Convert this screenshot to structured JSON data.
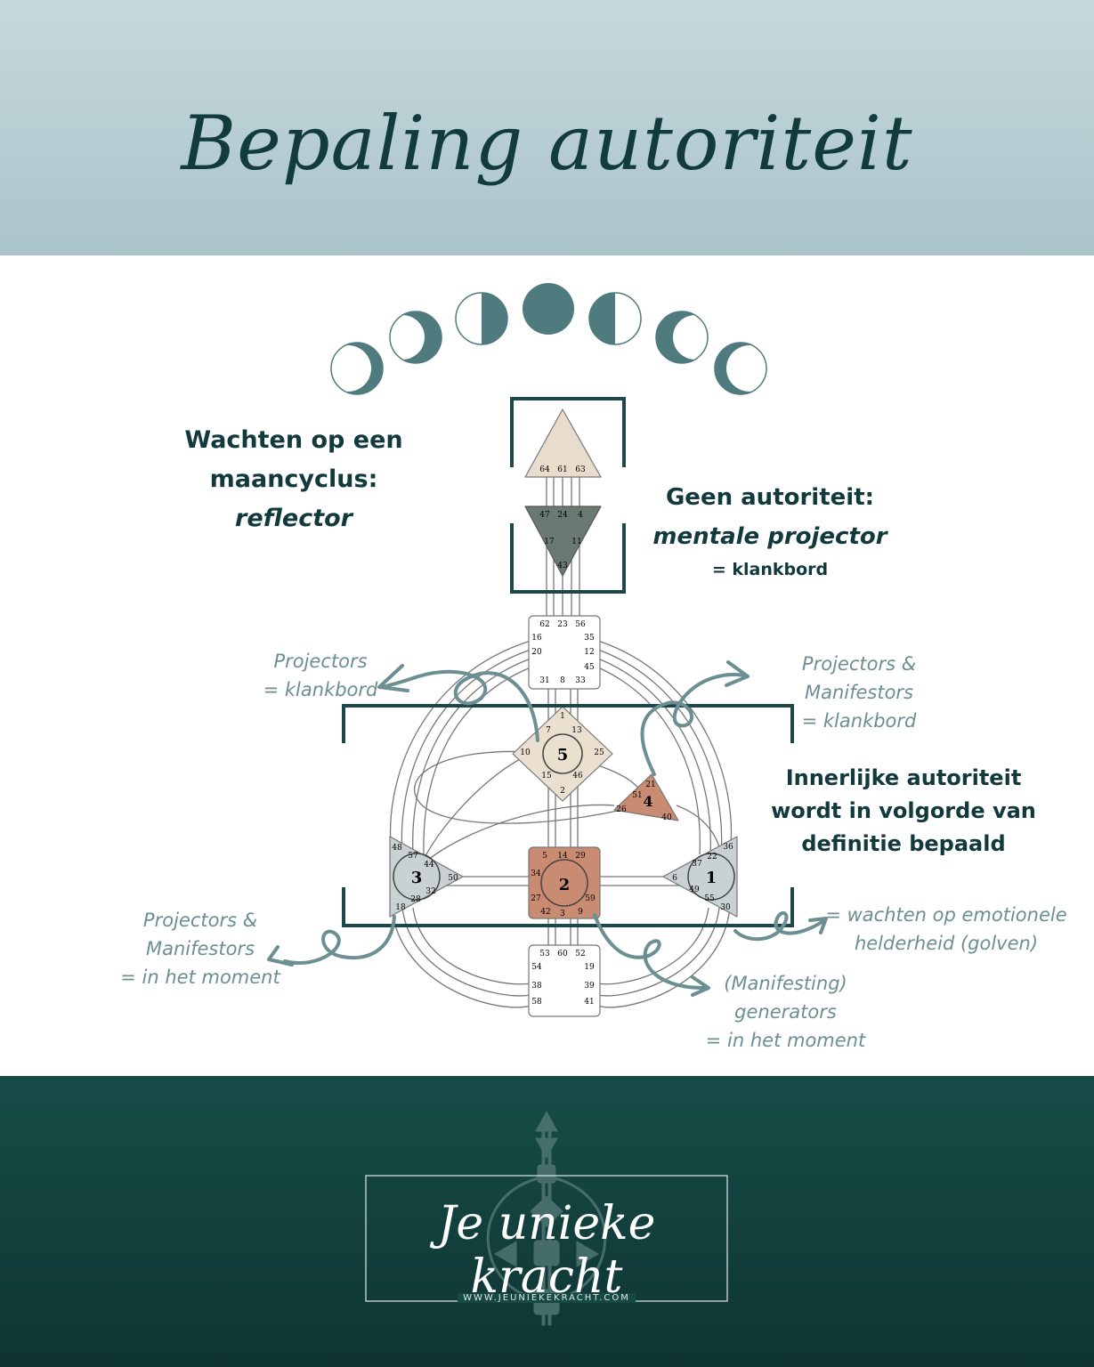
{
  "title": "Bepaling autoriteit",
  "labels": {
    "reflector_line1": "Wachten op een",
    "reflector_line2": "maancyclus:",
    "reflector_type": "reflector",
    "mental_line1": "Geen autoriteit:",
    "mental_type": "mentale projector",
    "mental_sub": "= klankbord",
    "inner_line1": "Innerlijke autoriteit",
    "inner_line2": "wordt in volgorde van",
    "inner_line3": "definitie bepaald"
  },
  "notes": {
    "g_left_1": "Projectors",
    "g_left_2": "= klankbord",
    "ego_right_1": "Projectors &",
    "ego_right_2": "Manifestors",
    "ego_right_3": "= klankbord",
    "spleen_1": "Projectors &",
    "spleen_2": "Manifestors",
    "spleen_3": "= in het moment",
    "solar_1": "= wachten op emotionele",
    "solar_2": "helderheid (golven)",
    "sacral_1": "(Manifesting)",
    "sacral_2": "generators",
    "sacral_3": "= in het moment"
  },
  "centers": {
    "head": [
      "64",
      "61",
      "63"
    ],
    "ajna": [
      "47",
      "24",
      "4",
      "17",
      "11",
      "43"
    ],
    "throat": [
      "62",
      "23",
      "56",
      "16",
      "35",
      "20",
      "12",
      "45",
      "31",
      "8",
      "33"
    ],
    "g": [
      "1",
      "7",
      "13",
      "10",
      "25",
      "15",
      "46",
      "2"
    ],
    "ego": [
      "21",
      "51",
      "26",
      "40"
    ],
    "spleen": [
      "48",
      "57",
      "44",
      "50",
      "32",
      "28",
      "18"
    ],
    "sacral": [
      "5",
      "14",
      "29",
      "34",
      "27",
      "59",
      "42",
      "3",
      "9"
    ],
    "solar": [
      "36",
      "22",
      "37",
      "6",
      "49",
      "55",
      "30"
    ],
    "root": [
      "53",
      "60",
      "52",
      "54",
      "19",
      "38",
      "39",
      "58",
      "41"
    ]
  },
  "authority_order": {
    "g": "5",
    "ego": "4",
    "spleen": "3",
    "sacral": "2",
    "solar": "1"
  },
  "colors": {
    "dark_teal": "#12393b",
    "muted_teal": "#6b8f92",
    "moon_teal": "#4f7b7f",
    "head_fill": "#e8dccc",
    "ajna_fill": "#6a7a72",
    "g_fill": "#ebdfd0",
    "ego_fill": "#c98b72",
    "sacral_fill": "#c98b72",
    "spleen_fill": "#c9d2d3",
    "solar_fill": "#c9d2d3"
  },
  "logo": {
    "text": "Je unieke kracht",
    "url": "WWW.JEUNIEKEKRACHT.COM"
  }
}
